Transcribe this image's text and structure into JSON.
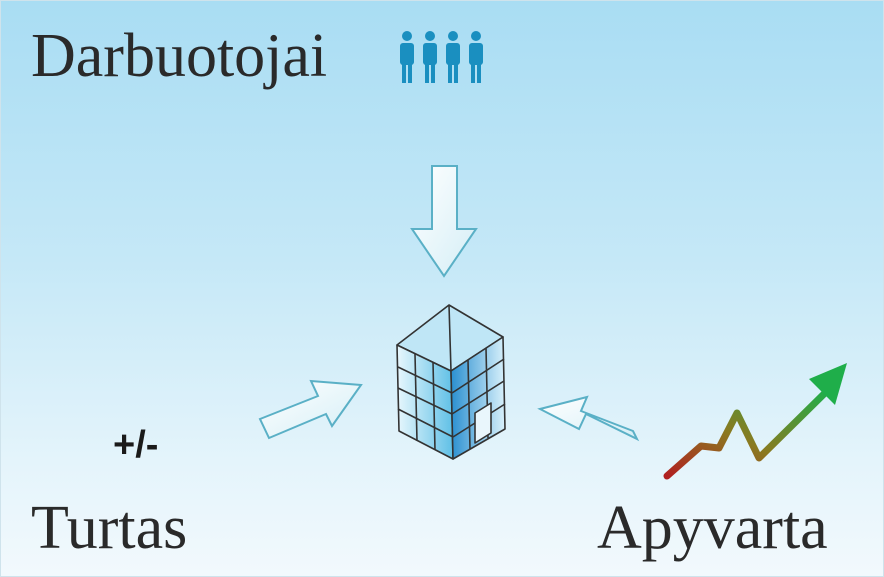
{
  "labels": {
    "employees": "Darbuotojai",
    "assets": "Turtas",
    "assets_change": "+/-",
    "turnover": "Apyvarta"
  },
  "icons": {
    "people": "people-icon",
    "building": "building-icon",
    "trend": "trend-up-arrow-icon"
  },
  "colors": {
    "people": "#1a8fc0",
    "arrow_outline": "#5ab0c6",
    "trend_start": "#b02020",
    "trend_end": "#1fae4a"
  }
}
